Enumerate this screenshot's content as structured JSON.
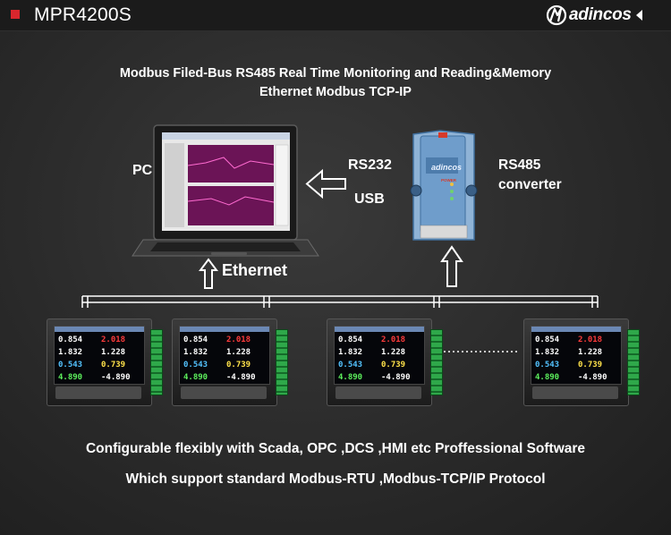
{
  "header": {
    "model": "MPR4200S",
    "brand": "adincos",
    "accent_color": "#d8262d"
  },
  "titles": {
    "line1": "Modbus Filed-Bus RS485 Real Time Monitoring and Reading&Memory",
    "line2": "Ethernet Modbus TCP-IP"
  },
  "labels": {
    "pc": "PC",
    "rs232": "RS232",
    "usb": "USB",
    "converter_line1": "RS485",
    "converter_line2": "converter",
    "ethernet": "Ethernet",
    "converter_brand": "adincos",
    "converter_power": "POWER"
  },
  "captions": {
    "line1": "Configurable flexibly with Scada, OPC ,DCS ,HMI etc Proffessional Software",
    "line2": "Which support standard Modbus-RTU ,Modbus-TCP/IP Protocol"
  },
  "meter_readings": {
    "left_col": [
      "0.854",
      "1.832",
      "0.543",
      "4.890"
    ],
    "right_col": [
      "2.018",
      "1.228",
      "0.739",
      "-4.890"
    ]
  }
}
